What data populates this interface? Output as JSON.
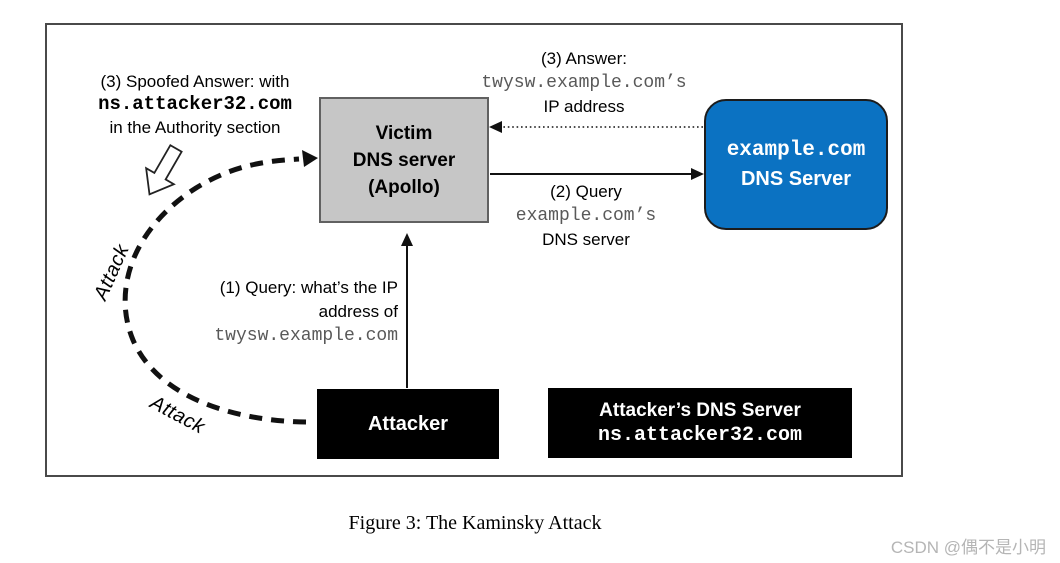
{
  "diagram": {
    "victim_box": {
      "line1": "Victim",
      "line2": "DNS server",
      "line3": "(Apollo)"
    },
    "example_box": {
      "line1": "example.com",
      "line2": "DNS Server"
    },
    "attacker_box": {
      "label": "Attacker"
    },
    "attacker_dns_box": {
      "line1": "Attacker’s DNS Server",
      "line2": "ns.attacker32.com"
    },
    "spoofed_note": {
      "line1": "(3) Spoofed Answer: with",
      "line2": "ns.attacker32.com",
      "line3": "in the Authority section"
    },
    "answer_note": {
      "line1": "(3) Answer:",
      "line2": "twysw.example.com’s",
      "line3": "IP address"
    },
    "query2_note": {
      "line1": "(2) Query",
      "line2": "example.com’s",
      "line3": "DNS server"
    },
    "query1_note": {
      "line1": "(1) Query: what’s the IP",
      "line2": "address of",
      "line3": "twysw.example.com"
    },
    "attack_label_upper": "Attack",
    "attack_label_lower": "Attack"
  },
  "caption": "Figure 3: The Kaminsky Attack",
  "watermark": "CSDN @偶不是小明",
  "colors": {
    "example_box_fill": "#0b72c2",
    "victim_box_fill": "#c6c6c6",
    "node_black_fill": "#000000",
    "mono_text_gray": "#595959",
    "watermark_gray": "#b5b5b5",
    "arrow_black": "#111111"
  }
}
